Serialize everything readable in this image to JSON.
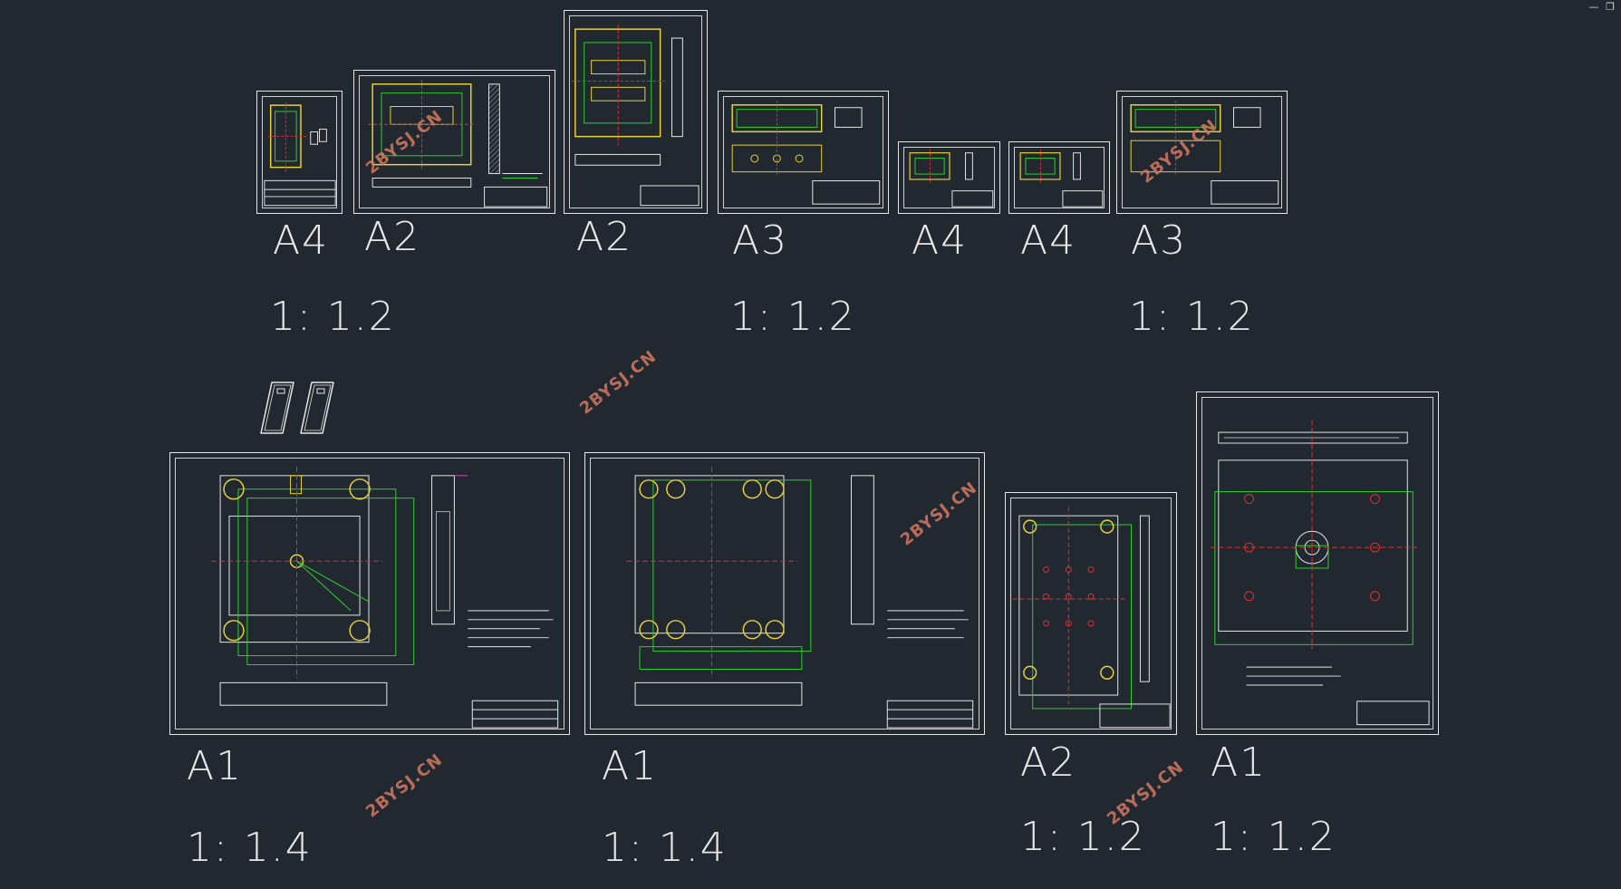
{
  "window": {
    "minimize_glyph": "—",
    "restore_glyph": "❐"
  },
  "sheets": [
    {
      "id": "a4-1",
      "size": "A4"
    },
    {
      "id": "a2-1",
      "size": "A2"
    },
    {
      "id": "a2-2",
      "size": "A2"
    },
    {
      "id": "a3-1",
      "size": "A3"
    },
    {
      "id": "a4-2",
      "size": "A4"
    },
    {
      "id": "a4-3",
      "size": "A4"
    },
    {
      "id": "a3-2",
      "size": "A3"
    },
    {
      "id": "a1-1",
      "size": "A1"
    },
    {
      "id": "a1-2",
      "size": "A1"
    },
    {
      "id": "a2-3",
      "size": "A2"
    },
    {
      "id": "a1-3",
      "size": "A1"
    }
  ],
  "scales": {
    "top_left": "1: 1.2",
    "top_mid": "1: 1.2",
    "top_right": "1: 1.2",
    "bottom_a1_left": "1: 1.4",
    "bottom_a1_mid": "1: 1.4",
    "bottom_a2": "1: 1.2",
    "bottom_a1_right": "1: 1.2"
  },
  "watermark": "2BYSJ.CN",
  "colors": {
    "background": "#212830",
    "frame": "#e6e6e6",
    "green": "#2fd02f",
    "yellow": "#e6d23a",
    "red": "#e03030",
    "magenta": "#d040d0",
    "watermark": "#d6785f"
  }
}
